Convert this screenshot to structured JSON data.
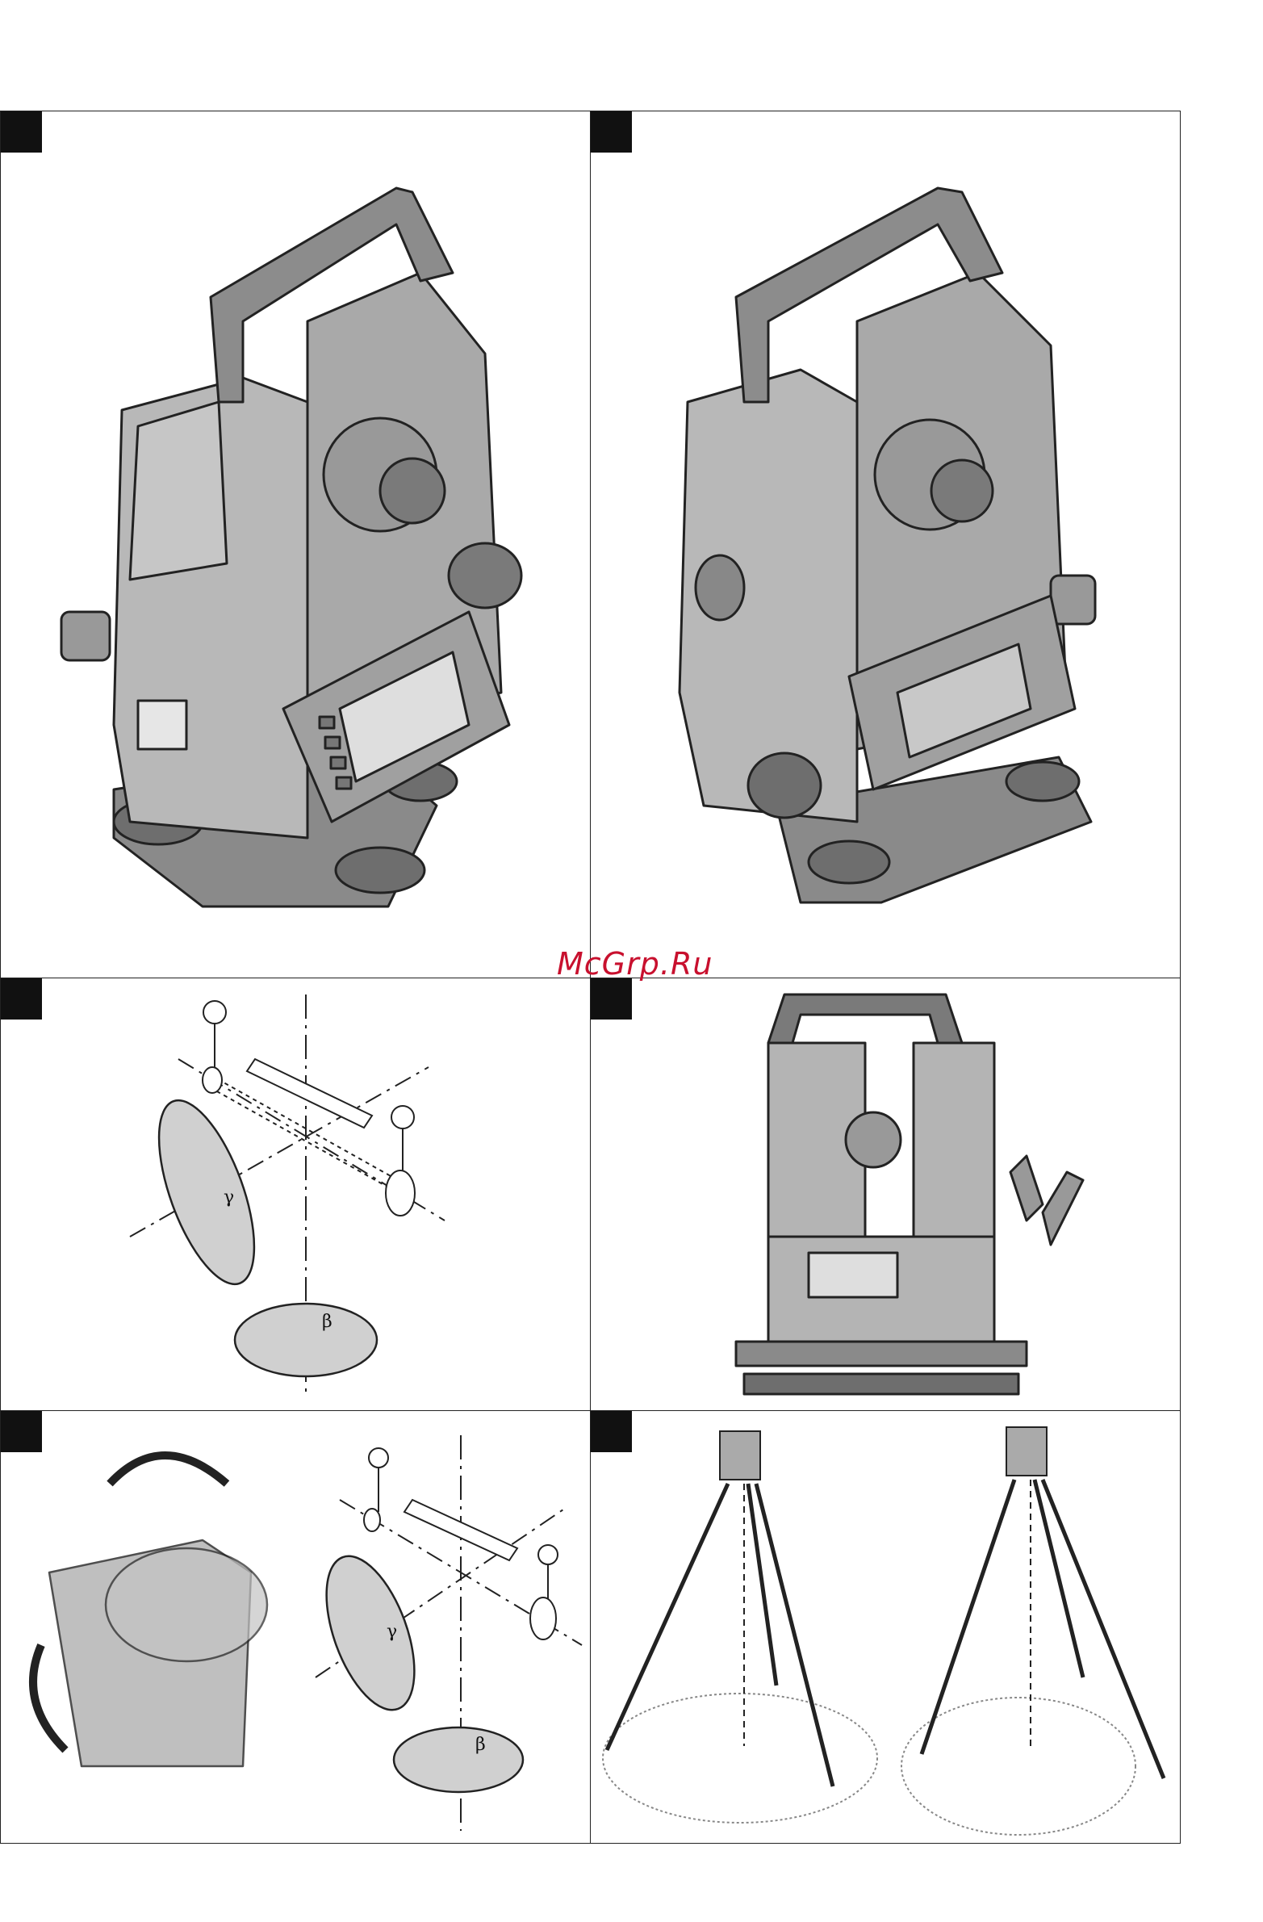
{
  "watermark": "McGrp.Ru",
  "figures": [
    {
      "id": "fig-1",
      "symbols": []
    },
    {
      "id": "fig-2",
      "symbols": []
    },
    {
      "id": "fig-3",
      "symbols": [
        "γ",
        "β"
      ]
    },
    {
      "id": "fig-4",
      "symbols": []
    },
    {
      "id": "fig-5",
      "symbols": [
        "γ",
        "β"
      ]
    },
    {
      "id": "fig-6",
      "symbols": []
    }
  ],
  "colors": {
    "device_gray": "#a9a9a9",
    "dark_gray": "#6e6e6e",
    "corner_tab": "#111111",
    "watermark": "#c8102e"
  }
}
